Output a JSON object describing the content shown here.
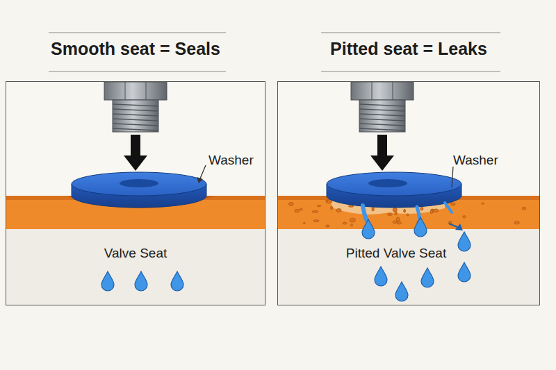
{
  "diagram": {
    "nodes": [
      {
        "text": [
          "Smooth seat = Seals"
        ]
      },
      {
        "text": [
          "Pitted seat = Leaks"
        ]
      }
    ],
    "labels": [
      "Washer",
      "Valve Seat",
      "Washer",
      "Pitted Valve Seat"
    ]
  }
}
